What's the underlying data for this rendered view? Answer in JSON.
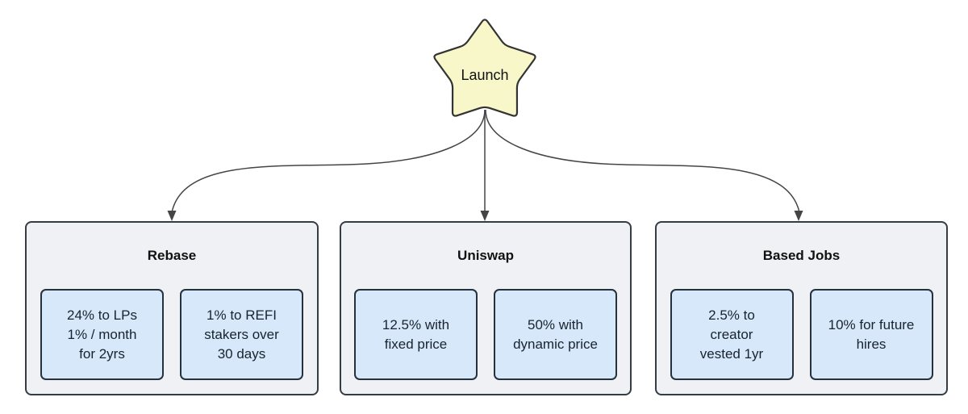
{
  "diagram": {
    "root": {
      "label": "Launch",
      "shape": "star"
    },
    "groups": [
      {
        "title": "Rebase",
        "items": [
          {
            "lines": [
              "24% to LPs",
              "1% / month",
              "for 2yrs"
            ]
          },
          {
            "lines": [
              "1% to REFI",
              "stakers over",
              "30 days"
            ]
          }
        ]
      },
      {
        "title": "Uniswap",
        "items": [
          {
            "lines": [
              "12.5% with",
              "fixed price"
            ]
          },
          {
            "lines": [
              "50% with",
              "dynamic price"
            ]
          }
        ]
      },
      {
        "title": "Based Jobs",
        "items": [
          {
            "lines": [
              "2.5% to",
              "creator",
              "vested 1yr"
            ]
          },
          {
            "lines": [
              "10% for future",
              "hires"
            ]
          }
        ]
      }
    ],
    "colors": {
      "star_fill": "#f7f7c9",
      "star_border": "#333333",
      "group_fill": "#eff1f4",
      "group_border": "#343c44",
      "item_fill": "#d7e8fa",
      "item_border": "#25313d",
      "item_text": "#17242f",
      "arrow": "#454545",
      "text": "#111111"
    }
  }
}
